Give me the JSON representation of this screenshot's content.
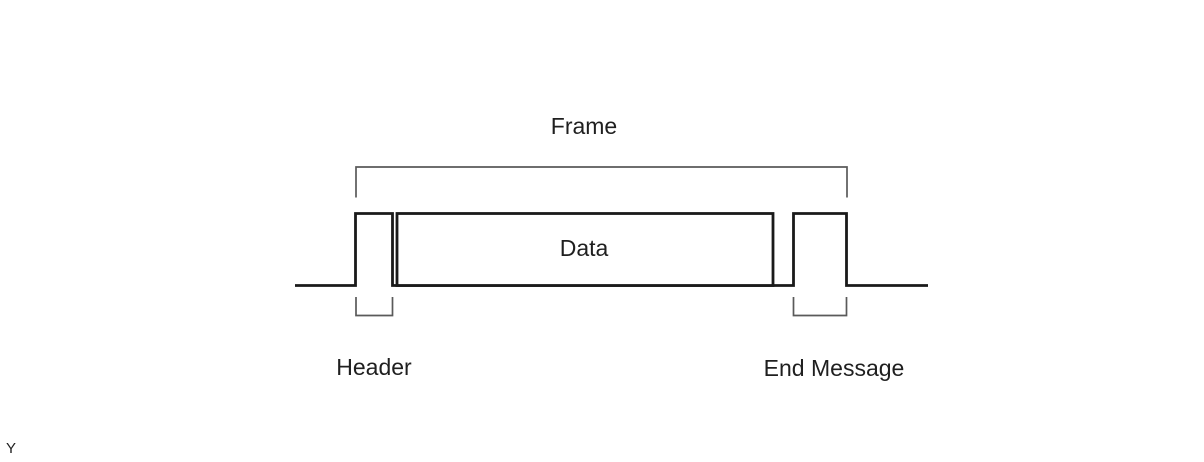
{
  "diagram": {
    "title": "Frame",
    "data_label": "Data",
    "header_label": "Header",
    "end_label": "End Message",
    "corner_mark": "Y",
    "colors": {
      "signal": "#1a1a1a",
      "bracket": "#5a5a5a",
      "text": "#1f1f1f",
      "background": "#ffffff"
    }
  }
}
